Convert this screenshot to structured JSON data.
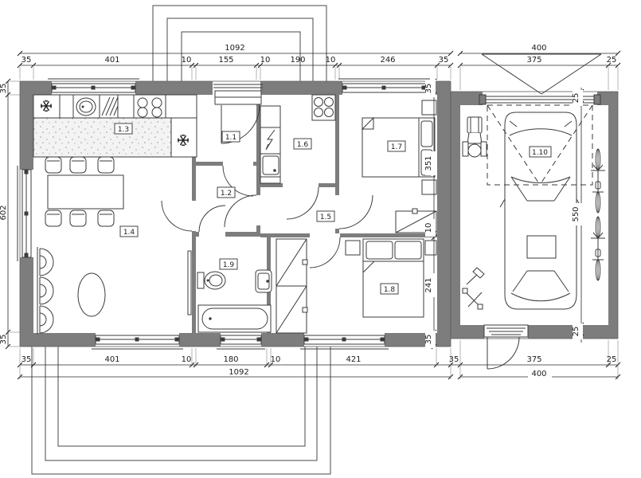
{
  "drawing": {
    "type": "architectural-floor-plan",
    "rooms": {
      "r1": "1.1",
      "r2": "1.2",
      "r3": "1.3",
      "r4": "1.4",
      "r5": "1.5",
      "r6": "1.6",
      "r7": "1.7",
      "r8": "1.8",
      "r9": "1.9",
      "r10": "1.10"
    },
    "dims": {
      "top_total": "1092",
      "top_segments": [
        "35",
        "401",
        "10",
        "155",
        "10",
        "190",
        "10",
        "246",
        "35"
      ],
      "garage_top_total": "400",
      "garage_top_segments": [
        "375",
        "25"
      ],
      "bottom_total": "1092",
      "bottom_segments": [
        "35",
        "401",
        "10",
        "180",
        "10",
        "421",
        "35"
      ],
      "garage_bottom_total": "400",
      "garage_bottom_segments": [
        "35",
        "375",
        "25"
      ],
      "left_segments": [
        "35",
        "602",
        "35"
      ],
      "right_segments": [
        "35",
        "351",
        "10",
        "241",
        "35"
      ],
      "garage_right_segments": [
        "25",
        "550",
        "25"
      ]
    },
    "colors": {
      "wall": "#7d7d7d",
      "line": "#3b3b3b",
      "dim_line": "#2a2a2a"
    }
  }
}
